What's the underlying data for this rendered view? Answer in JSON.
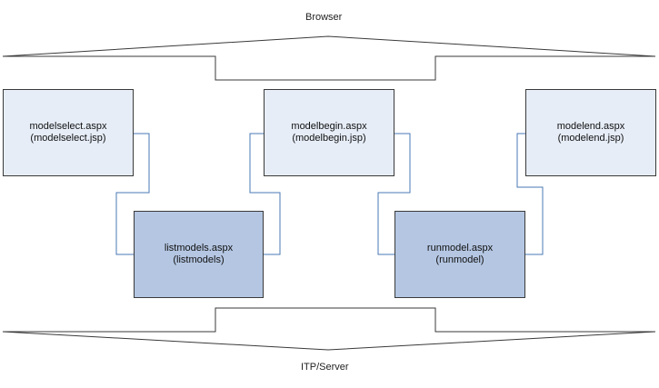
{
  "browser_label": "Browser",
  "server_label": "ITP/Server",
  "client_pages": [
    {
      "name": "modelselect.aspx",
      "alt": "(modelselect.jsp)"
    },
    {
      "name": "modelbegin.aspx",
      "alt": "(modelbegin.jsp)"
    },
    {
      "name": "modelend.aspx",
      "alt": "(modelend.jsp)"
    }
  ],
  "server_pages": [
    {
      "name": "listmodels.aspx",
      "alt": "(listmodels)"
    },
    {
      "name": "runmodel.aspx",
      "alt": "(runmodel)"
    }
  ],
  "colors": {
    "client_fill": "#e6edf7",
    "server_fill": "#b4c6e2",
    "connector": "#4a78b5",
    "outline": "#3a3a3a"
  }
}
